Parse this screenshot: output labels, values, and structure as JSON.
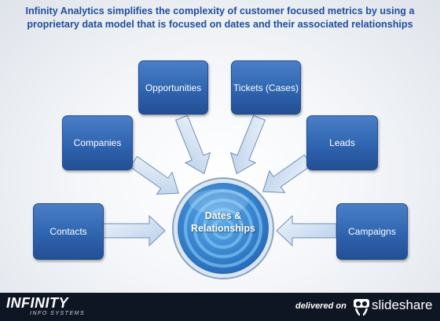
{
  "header": {
    "title_line1": "Infinity Analytics simplifies the complexity of customer focused metrics by using a",
    "title_line2": "proprietary data model that is focused on dates and their associated relationships"
  },
  "diagram": {
    "center_line1": "Dates &",
    "center_line2": "Relationships",
    "nodes": {
      "contacts": "Contacts",
      "companies": "Companies",
      "opportunities": "Opportunities",
      "tickets": "Tickets (Cases)",
      "leads": "Leads",
      "campaigns": "Campaigns"
    },
    "colors": {
      "box": "#2f64b0",
      "arrow": "#cfe0f4",
      "circle": "#2a7fd0"
    }
  },
  "footer": {
    "logo": "INFINITY",
    "logo_sub": "INFO SYSTEMS",
    "delivered_on": "delivered on",
    "brand": "slideshare",
    "brand_icon": "slideshare-icon"
  }
}
